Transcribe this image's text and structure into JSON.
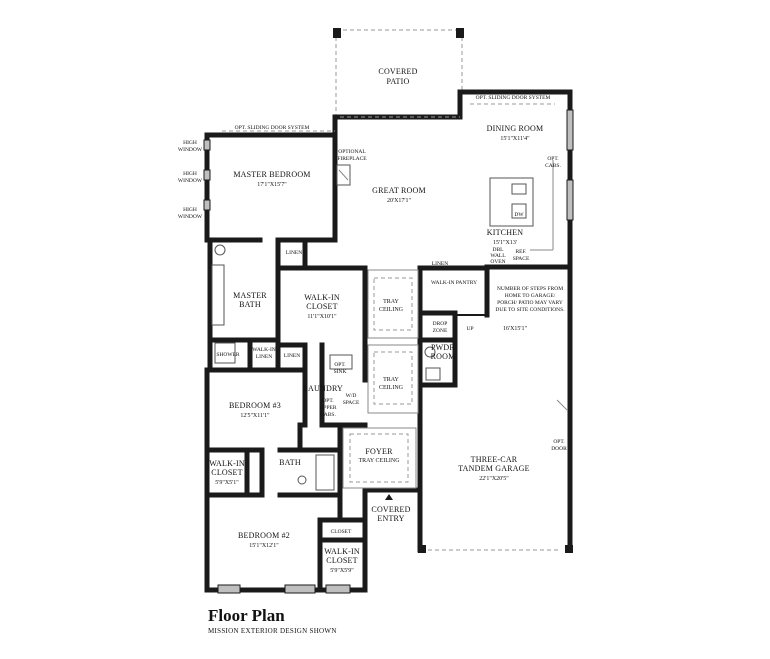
{
  "title": "Floor Plan",
  "subtitle": "MISSION EXTERIOR DESIGN SHOWN",
  "rooms": {
    "covered_patio": [
      "COVERED",
      "PATIO"
    ],
    "dining_room": [
      "DINING ROOM",
      "15'1\"X11'4\""
    ],
    "great_room": [
      "GREAT ROOM",
      "20'X17'1\""
    ],
    "master_bedroom": [
      "MASTER BEDROOM",
      "17'1\"X15'7\""
    ],
    "kitchen": [
      "KITCHEN",
      "15'1\"X13'"
    ],
    "master_bath": [
      "MASTER",
      "BATH"
    ],
    "walk_in_closet_master": [
      "WALK-IN",
      "CLOSET",
      "11'1\"X10'1\""
    ],
    "tray_ceiling_1": [
      "TRAY",
      "CEILING"
    ],
    "tray_ceiling_2": [
      "TRAY",
      "CEILING"
    ],
    "garage": [
      "THREE-CAR",
      "TANDEM GARAGE",
      "22'1\"X20'5\""
    ],
    "garage_upper_dim": "16'X15'1\"",
    "bedroom3": [
      "BEDROOM #3",
      "12'5\"X11'1\""
    ],
    "laundry": "LAUNDRY",
    "walk_in_closet_bed3": [
      "WALK-IN",
      "CLOSET",
      "5'9\"X5'1\""
    ],
    "bath": "BATH",
    "foyer": [
      "FOYER",
      "TRAY CEILING"
    ],
    "covered_entry": [
      "COVERED",
      "ENTRY"
    ],
    "bedroom2": [
      "BEDROOM #2",
      "15'1\"X12'1\""
    ],
    "walk_in_closet_bed2": [
      "WALK-IN",
      "CLOSET",
      "5'9\"X5'9\""
    ],
    "pwdr_room": [
      "PWDR",
      "ROOM"
    ]
  },
  "notes": {
    "opt_sliding_top": "OPT. SLIDING DOOR SYSTEM",
    "opt_sliding_master": "OPT. SLIDING DOOR SYSTEM",
    "high_window": [
      "HIGH",
      "WINDOW"
    ],
    "optional_fireplace": [
      "OPTIONAL",
      "FIREPLACE"
    ],
    "opt_cabs": [
      "OPT.",
      "CABS."
    ],
    "dw": "DW",
    "dbl_wall_oven": [
      "DBL",
      "WALL",
      "OVEN"
    ],
    "ref_space": [
      "REF.",
      "SPACE"
    ],
    "linen": "LINEN",
    "walk_in_pantry": "WALK-IN PANTRY",
    "steps_note": [
      "NUMBER OF STEPS FROM",
      "HOME TO GARAGE/",
      "PORCH/ PATIO MAY VARY",
      "DUE TO SITE CONDITIONS."
    ],
    "drop_zone": [
      "DROP",
      "ZONE"
    ],
    "up": "UP",
    "shower": "SHOWER",
    "walk_in_linen": [
      "WALK-IN",
      "LINEN"
    ],
    "opt_sink": [
      "OPT.",
      "SINK"
    ],
    "wd_space": [
      "W/D",
      "SPACE"
    ],
    "opt_upper_cabs": [
      "OPT.",
      "UPPER",
      "CABS."
    ],
    "opt_door": [
      "OPT.",
      "DOOR"
    ],
    "closet": "CLOSET"
  }
}
